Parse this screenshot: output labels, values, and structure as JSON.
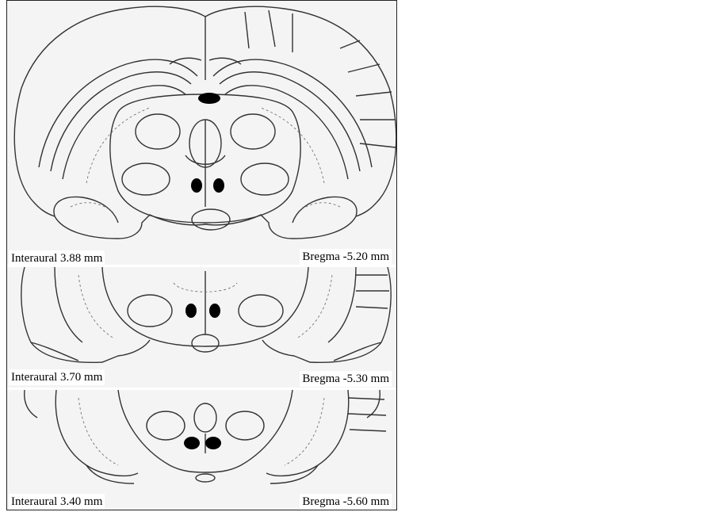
{
  "sections": [
    {
      "interaural": "Interaural 3.88 mm",
      "bregma": "Bregma -5.20 mm"
    },
    {
      "interaural": "Interaural 3.70 mm",
      "bregma": "Bregma -5.30 mm"
    },
    {
      "interaural": "Interaural 3.40 mm",
      "bregma": "Bregma -5.60 mm"
    }
  ],
  "colors": {
    "background": "#f4f4f4",
    "outline": "#333333",
    "lesion_marker": "#000000"
  }
}
